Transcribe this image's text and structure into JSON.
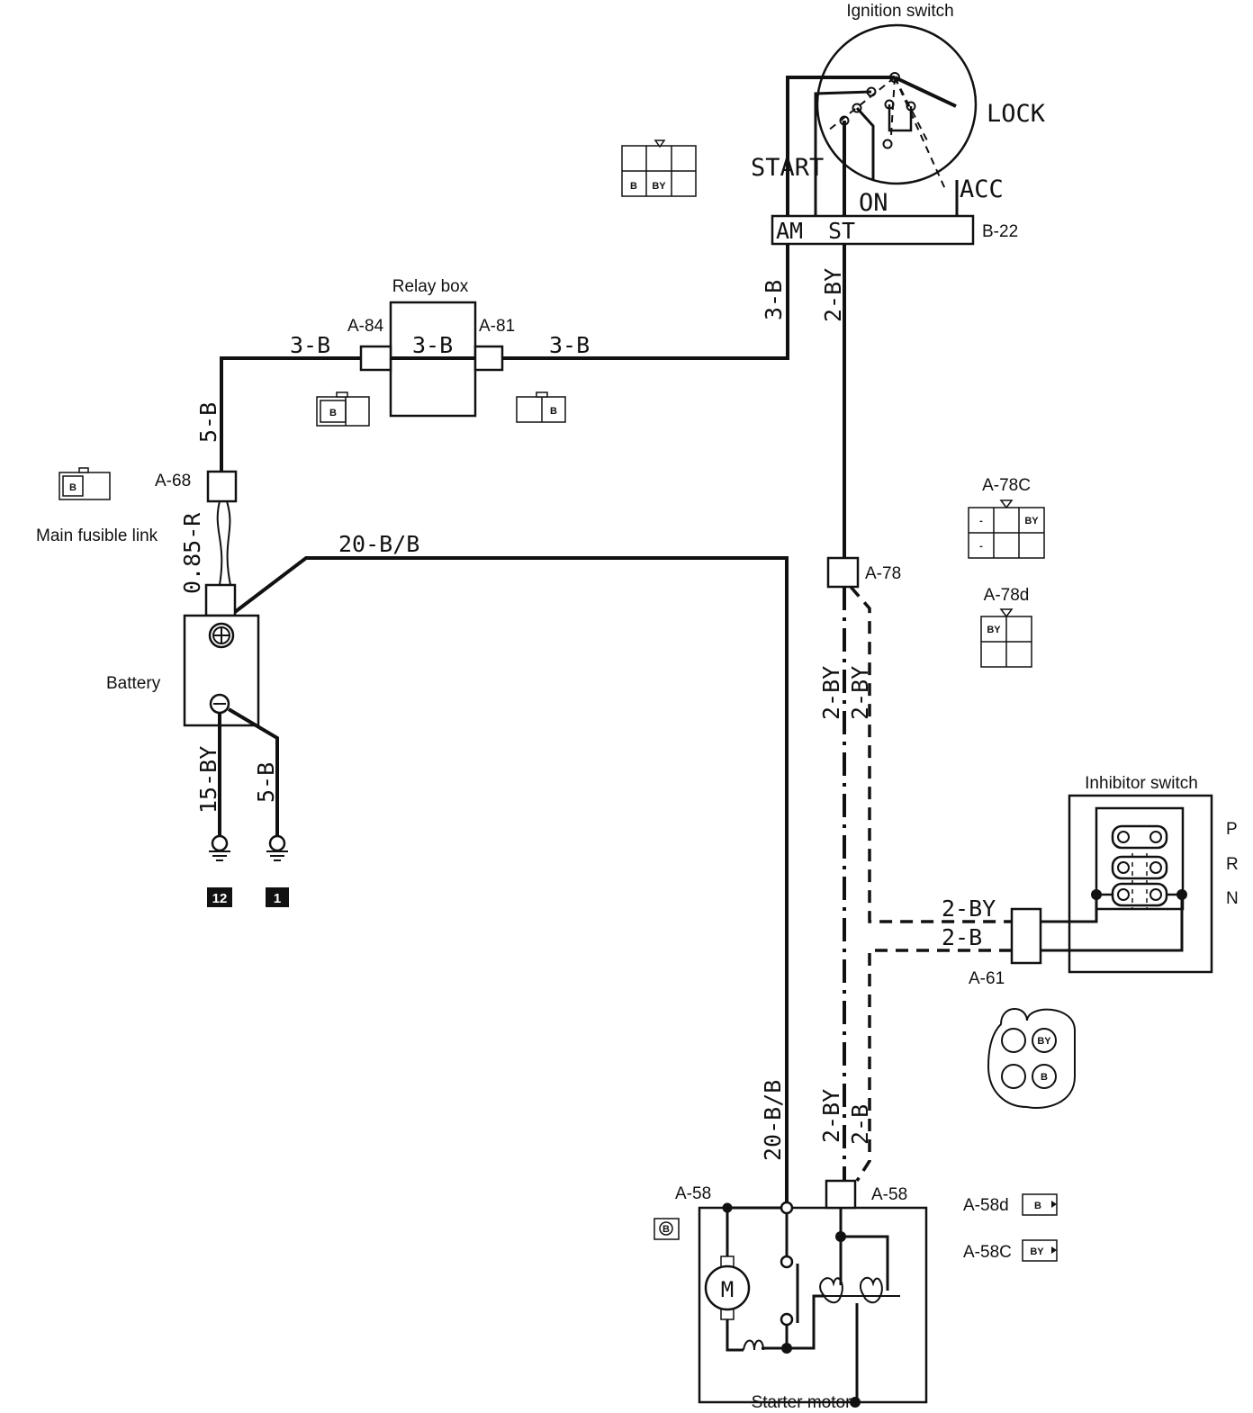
{
  "components": {
    "ignition_switch": "Ignition switch",
    "lock": "LOCK",
    "start": "START",
    "on": "ON",
    "acc": "ACC",
    "am": "AM",
    "st": "ST",
    "relay_box": "Relay box",
    "main_fusible_link": "Main fusible link",
    "battery": "Battery",
    "inhibitor_switch": "Inhibitor switch",
    "starter_motor": "Starter motor",
    "motor": "M"
  },
  "connectors": {
    "b22": "B-22",
    "a84": "A-84",
    "a81": "A-81",
    "a68": "A-68",
    "a78": "A-78",
    "a78c": "A-78C",
    "a78d": "A-78d",
    "a61": "A-61",
    "a58_left": "A-58",
    "a58_right": "A-58",
    "a58d": "A-58d",
    "a58c": "A-58C"
  },
  "wires": {
    "relay_left": "3-B",
    "relay_center": "3-B",
    "relay_right": "3-B",
    "am_vertical": "3-B",
    "st_vertical": "2-BY",
    "fusible_to_relay": "5-B",
    "fusible_link_wire": "0.85-R",
    "battery_to_starter": "20-B/B",
    "starter_vertical": "20-B/B",
    "a78_solid": "2-BY",
    "a78_dashed": "2-BY",
    "inhibitor_by": "2-BY",
    "inhibitor_b": "2-B",
    "a58_solid": "2-BY",
    "a58_dashed": "2-B",
    "battery_ground_1": "15-BY",
    "battery_ground_2": "5-B"
  },
  "grounds": [
    "12",
    "1"
  ],
  "gear_positions": [
    "P",
    "R",
    "N"
  ],
  "pin_labels": {
    "b": "B",
    "by": "BY",
    "dash": "-"
  }
}
